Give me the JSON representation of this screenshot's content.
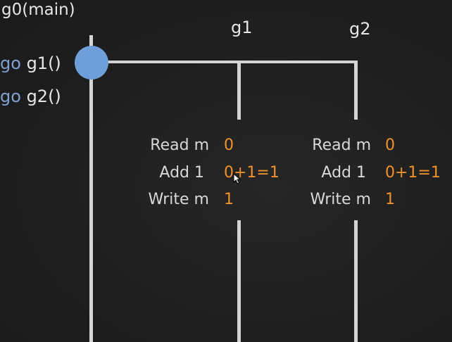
{
  "threads": {
    "main": "g0(main)",
    "g1": "g1",
    "g2": "g2"
  },
  "spawn_calls": [
    {
      "keyword": "go",
      "call": "g1()"
    },
    {
      "keyword": "go",
      "call": "g2()"
    }
  ],
  "steps": {
    "g1": [
      {
        "label": "Read m",
        "value": "0"
      },
      {
        "label": "Add 1",
        "value": "0+1=1"
      },
      {
        "label": "Write m",
        "value": "1"
      }
    ],
    "g2": [
      {
        "label": "Read m",
        "value": "0"
      },
      {
        "label": "Add 1",
        "value": "0+1=1"
      },
      {
        "label": "Write m",
        "value": "1"
      }
    ]
  },
  "colors": {
    "background": "#1f1f1f",
    "line": "#d4d4d4",
    "keyword": "#7fa0d0",
    "value": "#f0912b",
    "spawn_dot": "#6f9fd8"
  }
}
